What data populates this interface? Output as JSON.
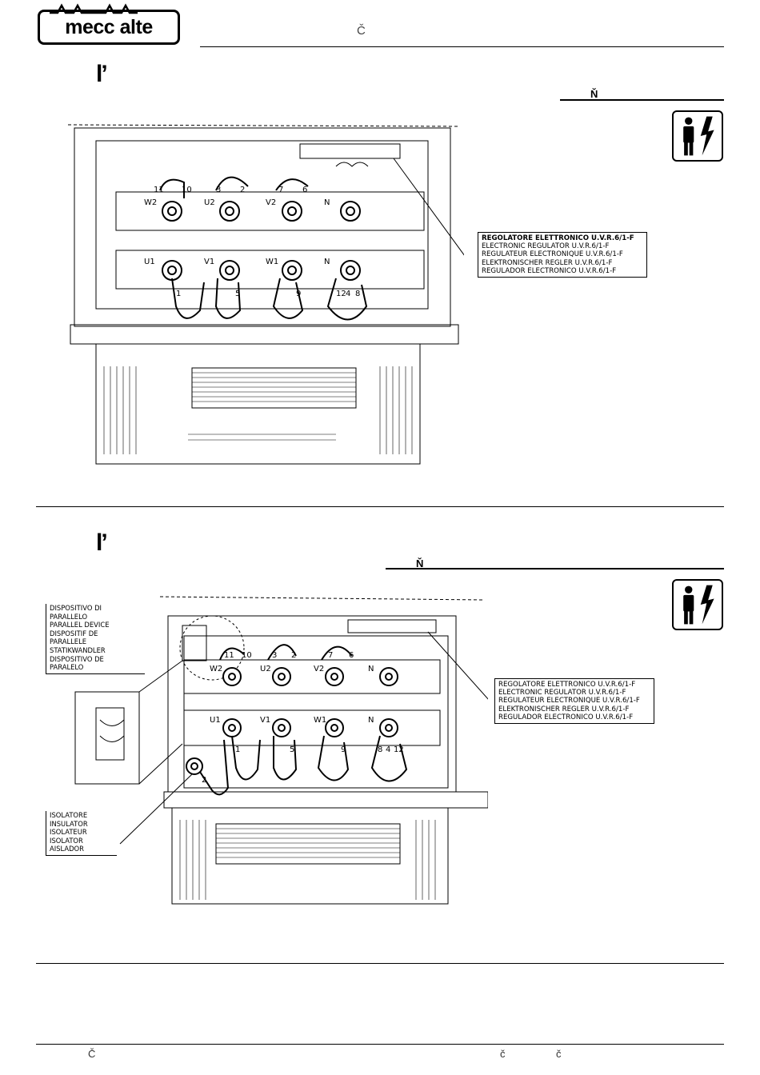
{
  "header": {
    "logo_text": "mecc alte",
    "top_char": "Č"
  },
  "section1": {
    "heading": "l’",
    "subheading": "Ň",
    "regulator_label": {
      "lines": [
        "REGOLATORE ELETTRONICO U.V.R.6/1-F",
        "ELECTRONIC REGULATOR U.V.R.6/1-F",
        "REGULATEUR ELECTRONIQUE U.V.R.6/1-F",
        "ELEKTRONISCHER REGLER U.V.R.6/1-F",
        "REGULADOR ELECTRONICO U.V.R.6/1-F"
      ]
    },
    "terminals_top": [
      "W2",
      "U2",
      "V2",
      "N"
    ],
    "terminals_bottom": [
      "U1",
      "V1",
      "W1",
      "N"
    ],
    "wire_numbers_top": [
      "11",
      "10",
      "3",
      "2",
      "7",
      "6"
    ],
    "wire_numbers_bottom": [
      "1",
      "5",
      "9",
      "12",
      "4",
      "8"
    ]
  },
  "section2": {
    "heading": "l’",
    "subheading": "Ň",
    "parallel_label": {
      "lines": [
        "DISPOSITIVO DI",
        "PARALLELO",
        "PARALLEL DEVICE",
        "DISPOSITIF DE",
        "PARALLELE",
        "STATIKWANDLER",
        "DISPOSITIVO DE",
        "PARALELO"
      ]
    },
    "regulator_label": {
      "lines": [
        "REGOLATORE ELETTRONICO U.V.R.6/1-F",
        "ELECTRONIC REGULATOR U.V.R.6/1-F",
        "REGULATEUR ELECTRONIQUE U.V.R.6/1-F",
        "ELEKTRONISCHER REGLER U.V.R.6/1-F",
        "REGULADOR ELECTRONICO U.V.R.6/1-F"
      ]
    },
    "insulator_label": {
      "lines": [
        "ISOLATORE",
        "INSULATOR",
        "ISOLATEUR",
        "ISOLATOR",
        "AISLADOR"
      ]
    },
    "terminals_top": [
      "W2",
      "U2",
      "V2",
      "N"
    ],
    "terminals_bottom": [
      "U1",
      "V1",
      "W1",
      "N"
    ],
    "wire_numbers_top": [
      "11",
      "10",
      "3",
      "2",
      "7",
      "6"
    ],
    "wire_numbers_bottom": [
      "1",
      "5",
      "9",
      "8",
      "4",
      "12"
    ],
    "insulator_wire": "2"
  },
  "footer": {
    "left_char": "Č",
    "mid_char": "č",
    "right_char": "č"
  }
}
